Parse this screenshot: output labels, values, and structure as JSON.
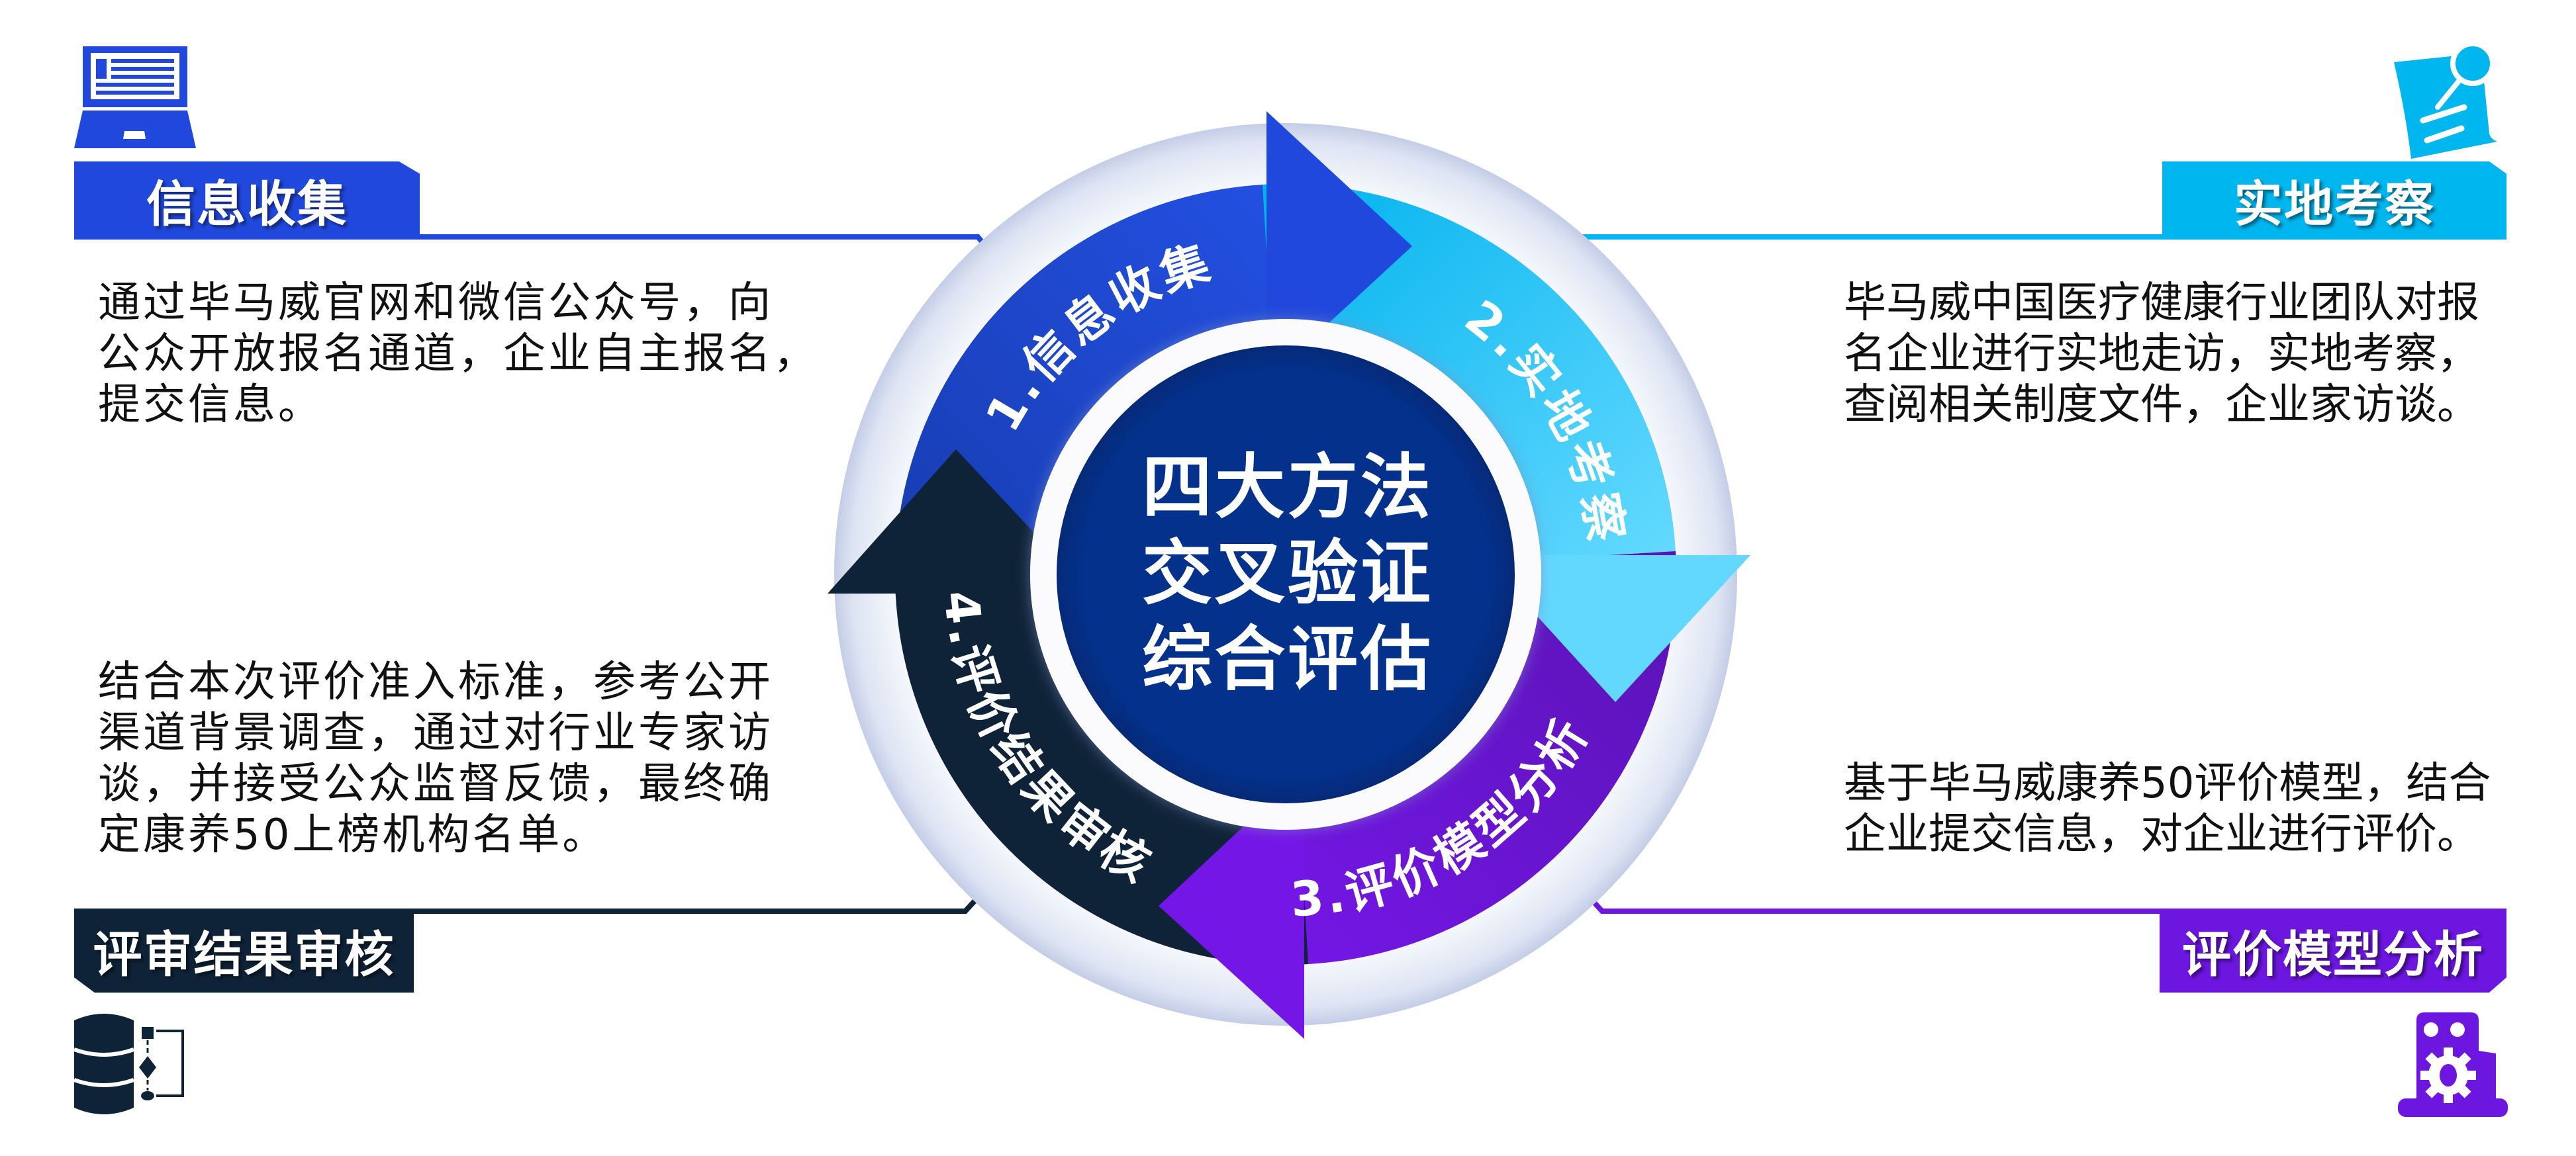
{
  "center": {
    "lines": [
      "四大方法",
      "交叉验证",
      "综合评估"
    ]
  },
  "ring_labels": [
    "1.信息收集",
    "2.实地考察",
    "3.评价模型分析",
    "4.评价结果审核"
  ],
  "panels": {
    "info_collection": {
      "title": "信息收集",
      "icon": "laptop-icon",
      "lines": [
        "通过毕马威官网和微信公众号，向",
        "公众开放报名通道，企业自主报名，",
        "提交信息。"
      ]
    },
    "field_inspection": {
      "title": "实地考察",
      "icon": "document-search-icon",
      "lines": [
        "毕马威中国医疗健康行业团队对报",
        "名企业进行实地走访，实地考察，",
        "查阅相关制度文件，企业家访谈。"
      ]
    },
    "model_analysis": {
      "title": "评价模型分析",
      "icon": "gear-robot-icon",
      "lines": [
        "基于毕马威康养50评价模型，结合",
        "企业提交信息，对企业进行评价。"
      ]
    },
    "result_review": {
      "title": "评审结果审核",
      "icon": "database-flowchart-icon",
      "lines": [
        "结合本次评价准入标准，参考公开",
        "渠道背景调查，通过对行业专家访",
        "谈，并接受公众监督反馈，最终确",
        "定康养50上榜机构名单。"
      ]
    }
  },
  "colors": {
    "blue": "#2048dc",
    "cyan": "#00b6ef",
    "cyan_light": "#62d8ff",
    "purple": "#6c16e0",
    "navy": "#0f2338",
    "center": "#03318c"
  }
}
